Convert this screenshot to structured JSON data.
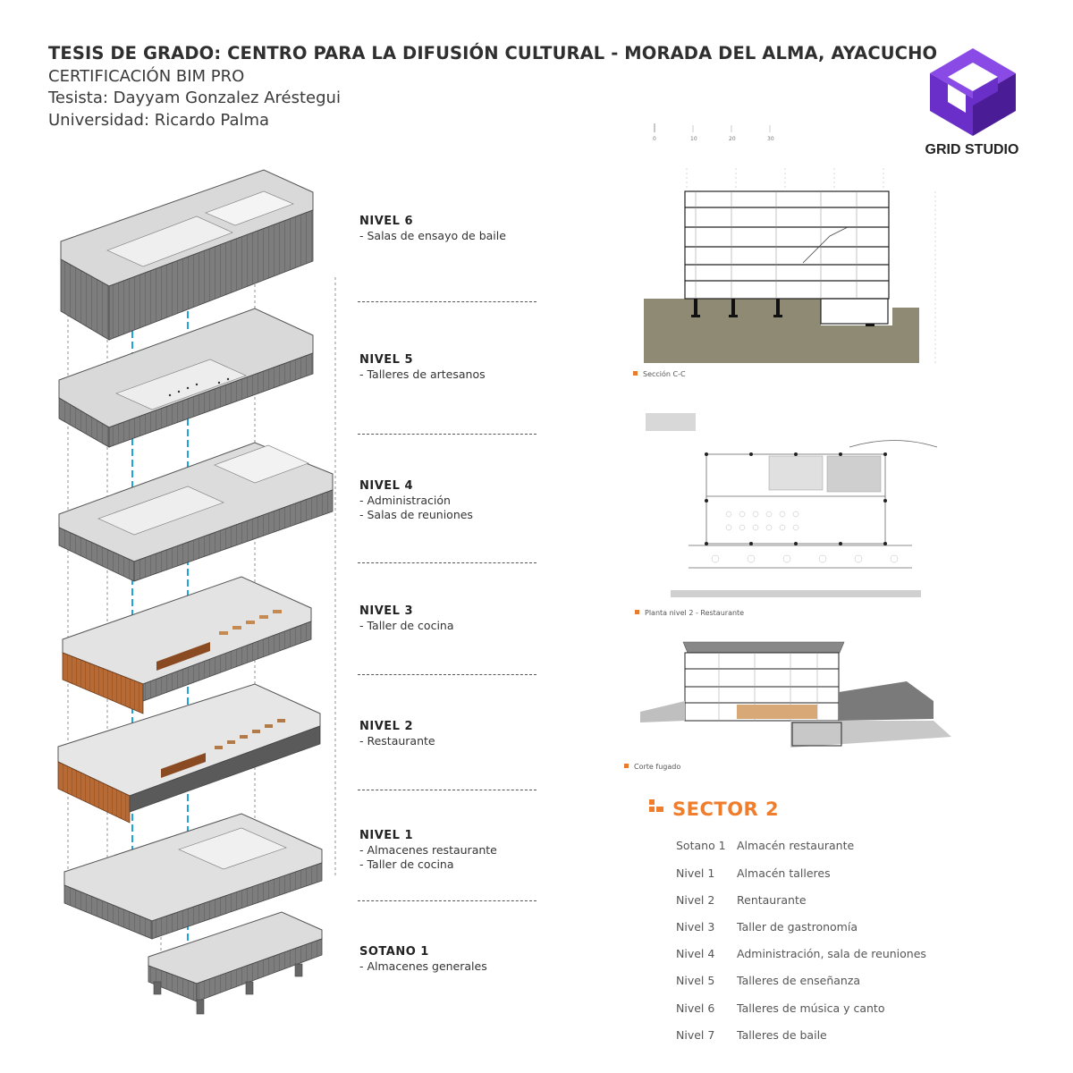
{
  "header": {
    "title": "TESIS DE GRADO: CENTRO PARA LA DIFUSIÓN CULTURAL - MORADA DEL ALMA, AYACUCHO",
    "lines": [
      "CERTIFICACIÓN BIM PRO",
      "Tesista: Dayyam Gonzalez Aréstegui",
      "Universidad: Ricardo Palma"
    ]
  },
  "logo": {
    "text": "GRID STUDIO",
    "colors": [
      "#6a2fc9",
      "#8a4ae6",
      "#4a1d96"
    ]
  },
  "levels": [
    {
      "title": "NIVEL 6",
      "items": [
        "- Salas de ensayo de baile"
      ]
    },
    {
      "title": "NIVEL 5",
      "items": [
        "- Talleres de artesanos"
      ]
    },
    {
      "title": "NIVEL 4",
      "items": [
        "- Administración",
        "- Salas de reuniones"
      ]
    },
    {
      "title": "NIVEL 3",
      "items": [
        "- Taller de cocina"
      ]
    },
    {
      "title": "NIVEL 2",
      "items": [
        "- Restaurante"
      ]
    },
    {
      "title": "NIVEL 1",
      "items": [
        "- Almacenes restaurante",
        "- Taller de cocina"
      ]
    },
    {
      "title": "SOTANO 1",
      "items": [
        "- Almacenes generales"
      ]
    }
  ],
  "drawings": {
    "scale_ticks": [
      "0",
      "10",
      "20",
      "30"
    ],
    "section_caption": "Sección C-C",
    "plan_caption": "Planta nivel 2 - Restaurante",
    "cut_caption": "Corte fugado"
  },
  "sector": {
    "title": "SECTOR 2",
    "accent": "#ef7d2c",
    "rows": [
      {
        "level": "Sotano 1",
        "use": "Almacén restaurante"
      },
      {
        "level": "Nivel 1",
        "use": "Almacén talleres"
      },
      {
        "level": "Nivel 2",
        "use": "Rentaurante"
      },
      {
        "level": "Nivel 3",
        "use": "Taller de gastronomía"
      },
      {
        "level": "Nivel 4",
        "use": "Administración, sala de reuniones"
      },
      {
        "level": "Nivel 5",
        "use": "Talleres de enseñanza"
      },
      {
        "level": "Nivel 6",
        "use": "Talleres de música y canto"
      },
      {
        "level": "Nivel 7",
        "use": "Talleres de baile"
      }
    ]
  }
}
